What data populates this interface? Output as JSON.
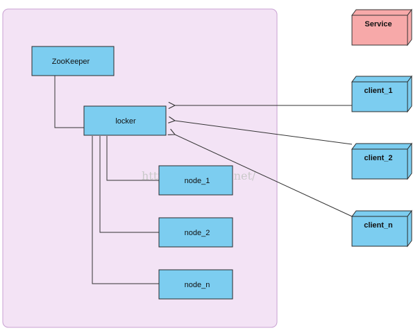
{
  "diagram": {
    "colors": {
      "container_fill": "#f3e3f5",
      "container_stroke": "#c8a0d2",
      "node_fill": "#7ccdf0",
      "node_stroke": "#2a2a2a",
      "service_fill": "#f7a9a9",
      "service_stroke": "#333333",
      "connector": "#333333"
    },
    "zookeeper": "ZooKeeper",
    "locker": "locker",
    "nodes": [
      "node_1",
      "node_2",
      "node_n"
    ],
    "service": "Service",
    "clients": [
      "client_1",
      "client_2",
      "client_n"
    ],
    "watermark": "http://blog.csdn.net/"
  }
}
